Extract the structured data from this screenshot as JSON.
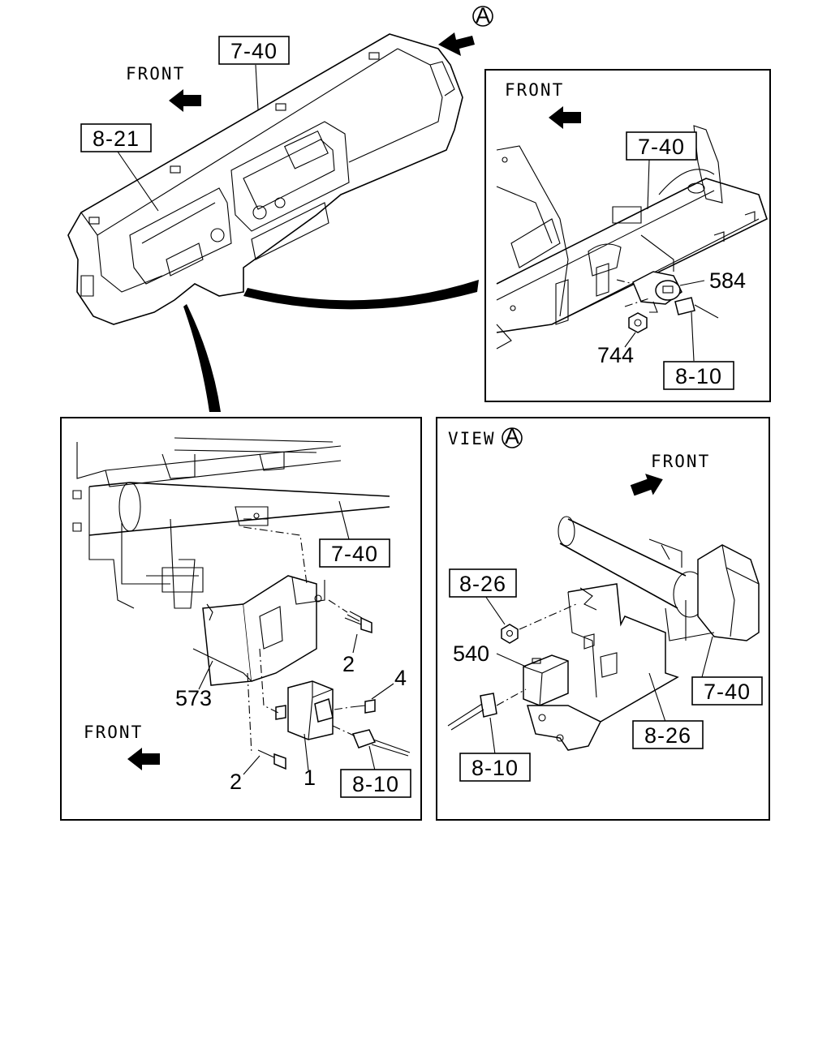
{
  "overview": {
    "view_marker": "A",
    "front_label": "FRONT",
    "ref_instrument_panel": "7-40",
    "ref_cluster": "8-21"
  },
  "detail_key_switch": {
    "front_label": "FRONT",
    "ref_frame": "7-40",
    "part_switch": "584",
    "part_nut": "744",
    "ref_harness": "8-10"
  },
  "detail_controller": {
    "front_label": "FRONT",
    "ref_frame": "7-40",
    "part_bracket": "573",
    "part_bolt_upper": "2",
    "part_bolt_lower": "2",
    "part_screw": "4",
    "part_unit": "1",
    "ref_harness": "8-10"
  },
  "detail_view_a": {
    "view_label": "VIEW",
    "view_marker": "A",
    "front_label": "FRONT",
    "ref_nut": "8-26",
    "part_module": "540",
    "ref_frame": "7-40",
    "ref_bracket": "8-26",
    "ref_harness": "8-10"
  }
}
